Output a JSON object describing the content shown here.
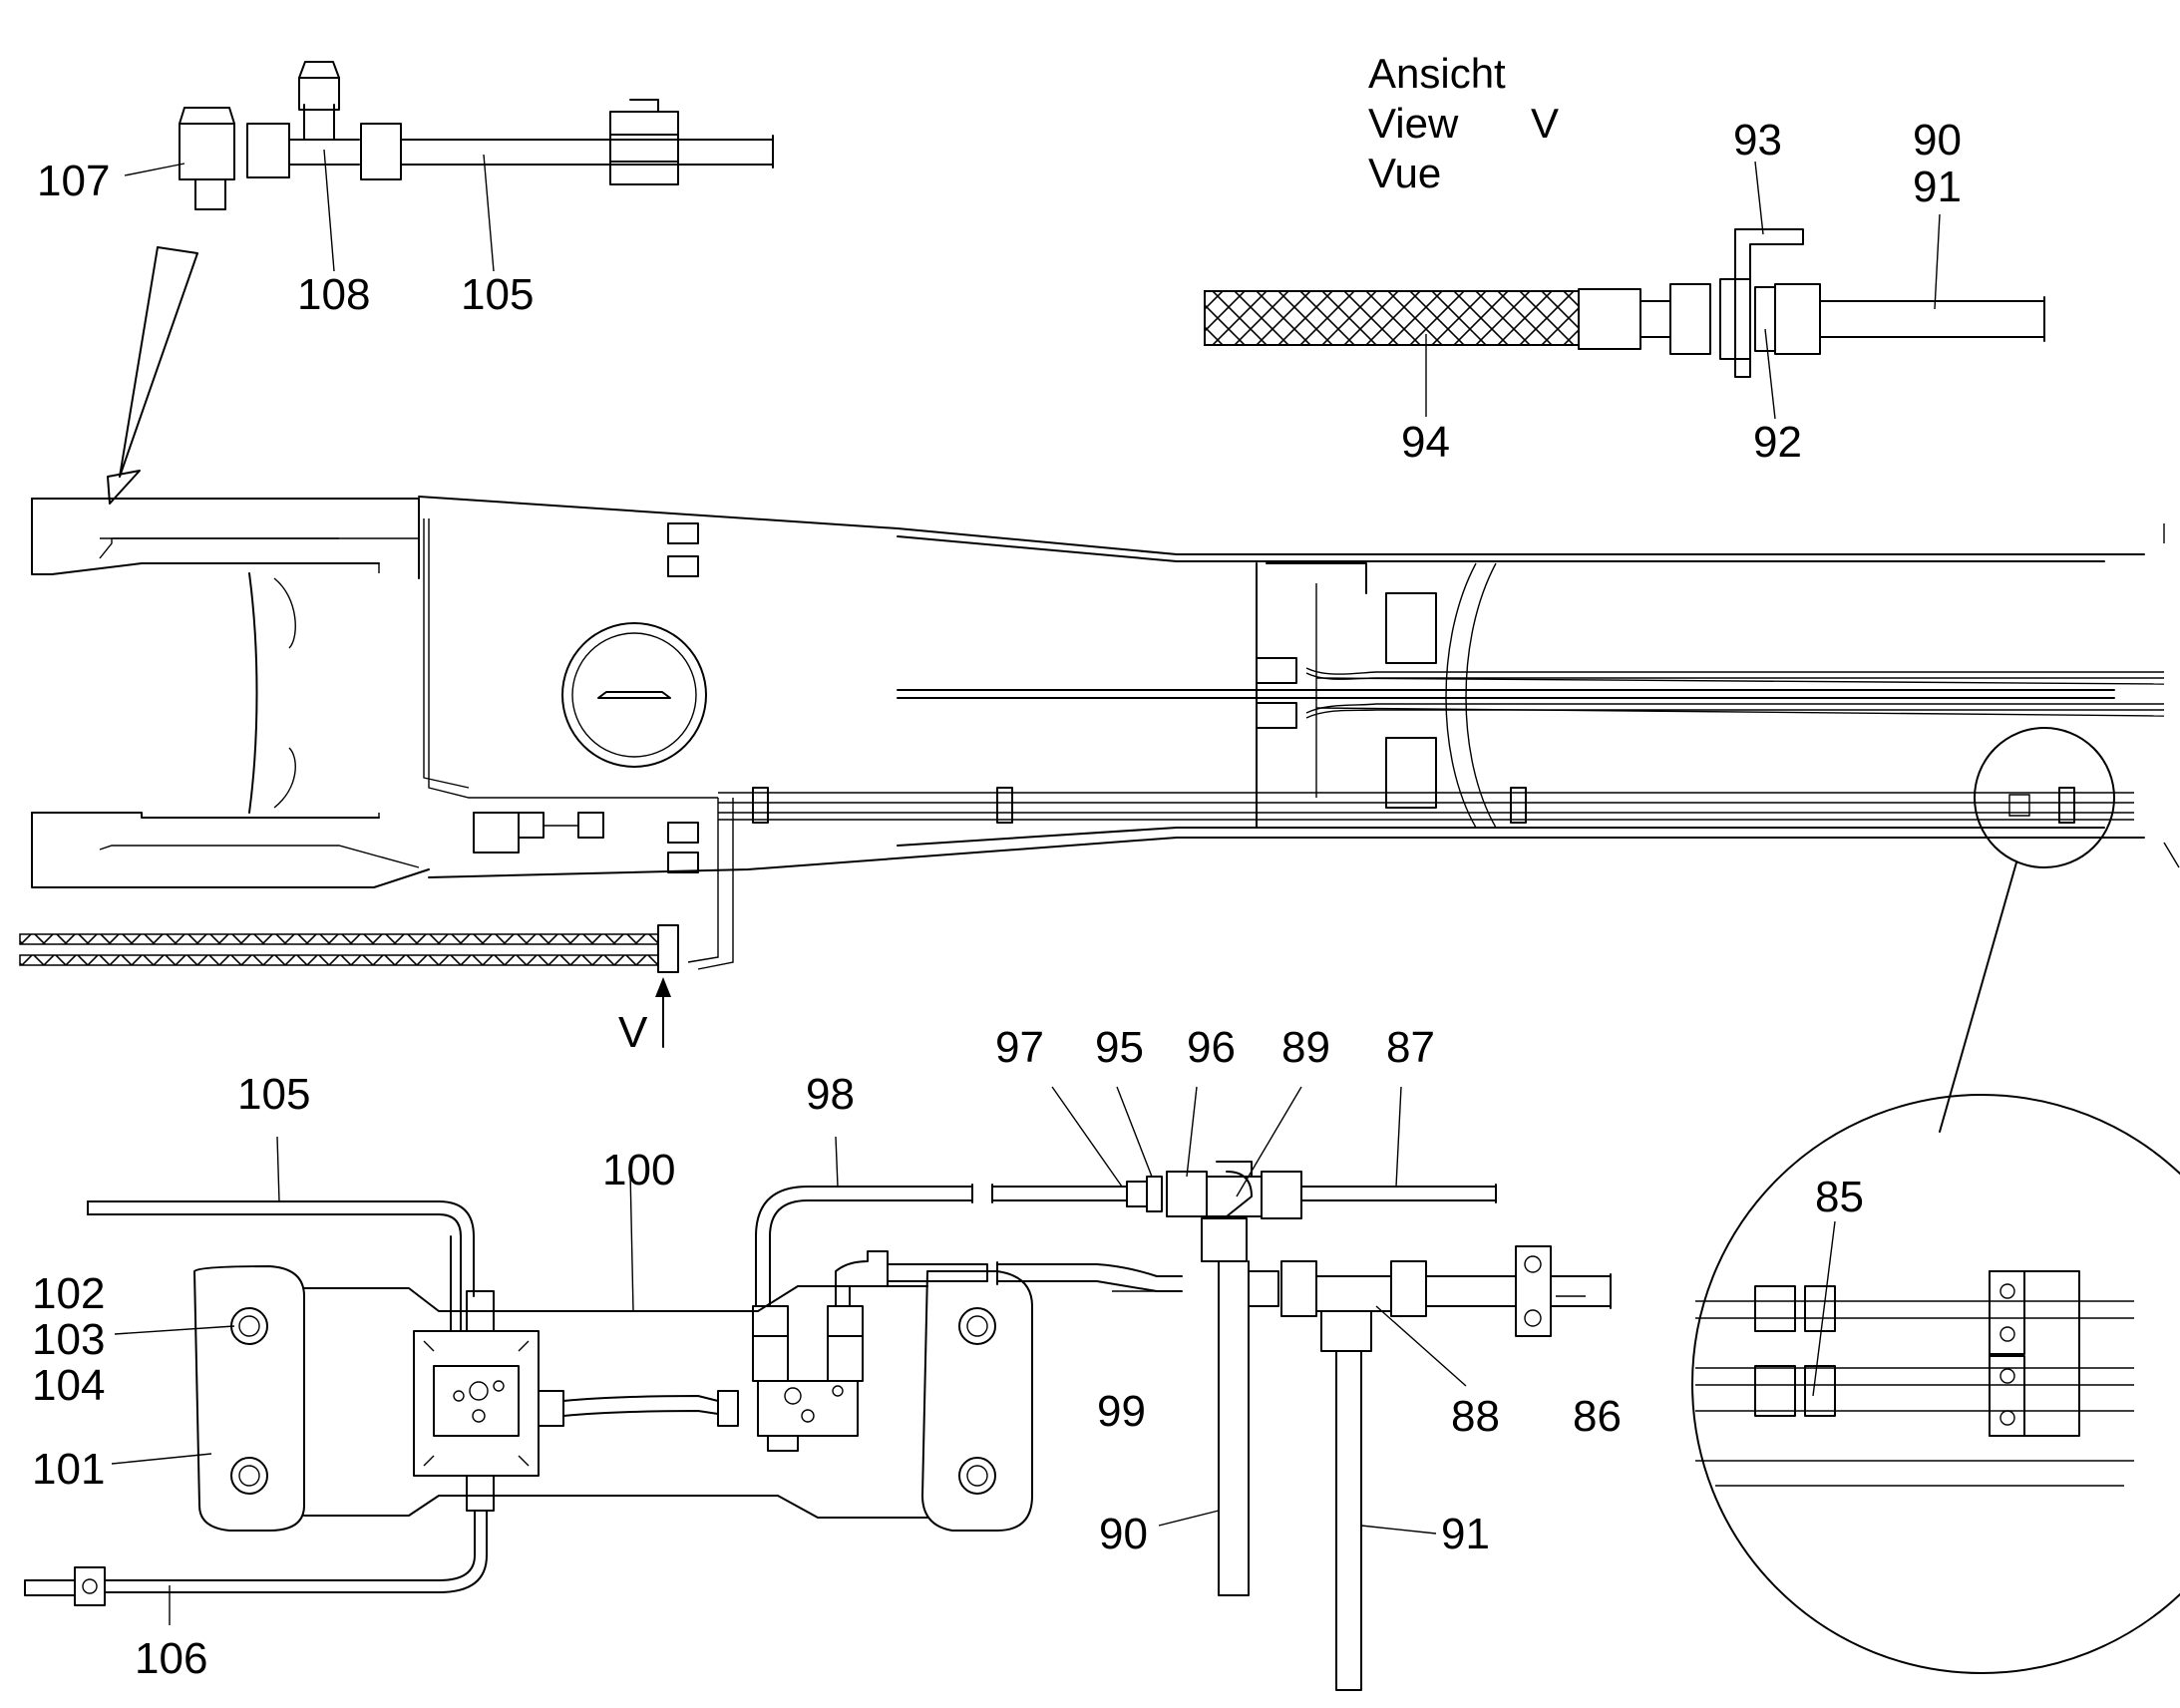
{
  "view_title": {
    "de": "Ansicht",
    "en": "View",
    "fr": "Vue",
    "letter": "V"
  },
  "view_marker": "V",
  "labels": {
    "l107": "107",
    "l108": "108",
    "l105_top": "105",
    "l93": "93",
    "l90_top": "90",
    "l91_top": "91",
    "l94": "94",
    "l92": "92",
    "l97": "97",
    "l95": "95",
    "l96": "96",
    "l89": "89",
    "l87": "87",
    "l105_bottom": "105",
    "l98": "98",
    "l100": "100",
    "l102": "102",
    "l103": "103",
    "l104": "104",
    "l101": "101",
    "l99": "99",
    "l88": "88",
    "l86": "86",
    "l90_bottom": "90",
    "l91_bottom": "91",
    "l106": "106",
    "l85": "85"
  },
  "colors": {
    "stroke": "#000000",
    "background": "#ffffff"
  }
}
